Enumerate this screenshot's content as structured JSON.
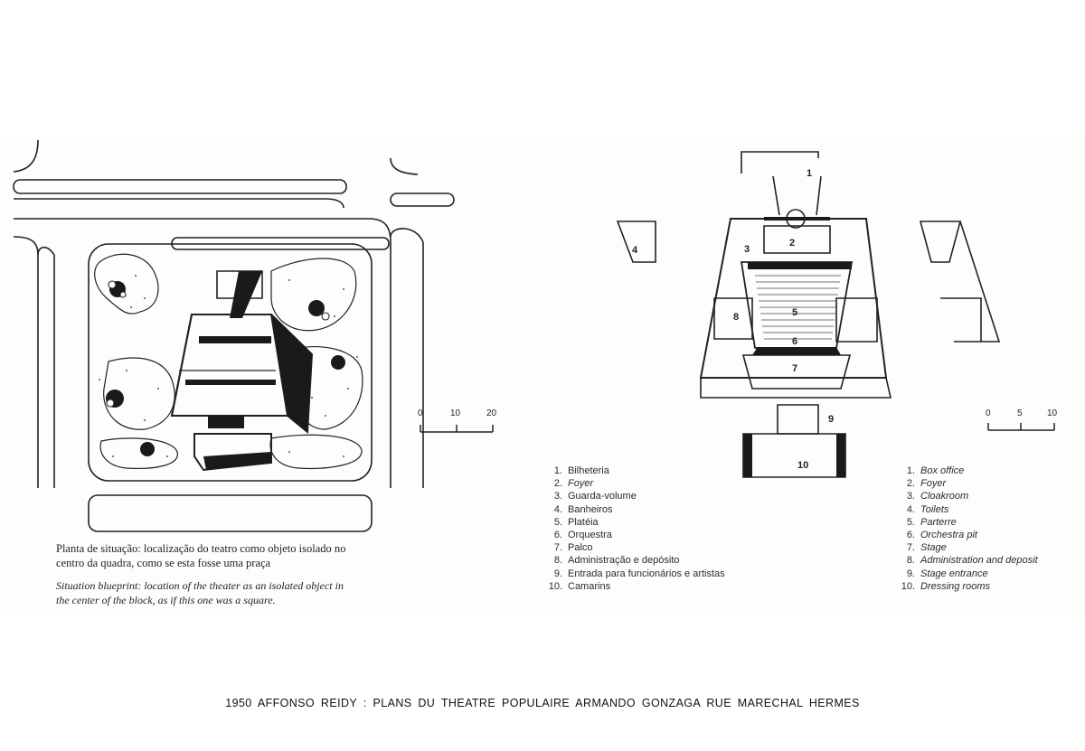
{
  "site_plan": {
    "title_pt_line1": "Planta de situação: localização do teatro como objeto isolado no",
    "title_pt_line2": "centro da quadra, como se esta fosse uma praça",
    "title_en_line1": "Situation blueprint: location of the theater as an isolated object in",
    "title_en_line2": "the center of the block, as if this one was a square.",
    "scale": [
      "0",
      "10",
      "20"
    ]
  },
  "floor_plan": {
    "room_numbers": [
      "1",
      "2",
      "3",
      "4",
      "5",
      "6",
      "7",
      "8",
      "9",
      "10"
    ],
    "scale": [
      "0",
      "5",
      "10"
    ]
  },
  "legend_pt": [
    {
      "num": "1.",
      "label": "Bilheteria"
    },
    {
      "num": "2.",
      "label": "Foyer"
    },
    {
      "num": "3.",
      "label": "Guarda-volume"
    },
    {
      "num": "4.",
      "label": "Banheiros"
    },
    {
      "num": "5.",
      "label": "Platéia"
    },
    {
      "num": "6.",
      "label": "Orquestra"
    },
    {
      "num": "7.",
      "label": "Palco"
    },
    {
      "num": "8.",
      "label": "Administração e depósito"
    },
    {
      "num": "9.",
      "label": "Entrada para funcionários e artistas"
    },
    {
      "num": "10.",
      "label": "Camarins"
    }
  ],
  "legend_en": [
    {
      "num": "1.",
      "label": "Box office"
    },
    {
      "num": "2.",
      "label": "Foyer"
    },
    {
      "num": "3.",
      "label": "Cloakroom"
    },
    {
      "num": "4.",
      "label": "Toilets"
    },
    {
      "num": "5.",
      "label": "Parterre"
    },
    {
      "num": "6.",
      "label": "Orchestra pit"
    },
    {
      "num": "7.",
      "label": "Stage"
    },
    {
      "num": "8.",
      "label": "Administration and deposit"
    },
    {
      "num": "9.",
      "label": "Stage entrance"
    },
    {
      "num": "10.",
      "label": "Dressing rooms"
    }
  ],
  "caption": "1950 AFFONSO REIDY : PLANS DU THEATRE POPULAIRE ARMANDO GONZAGA RUE MARECHAL HERMES"
}
